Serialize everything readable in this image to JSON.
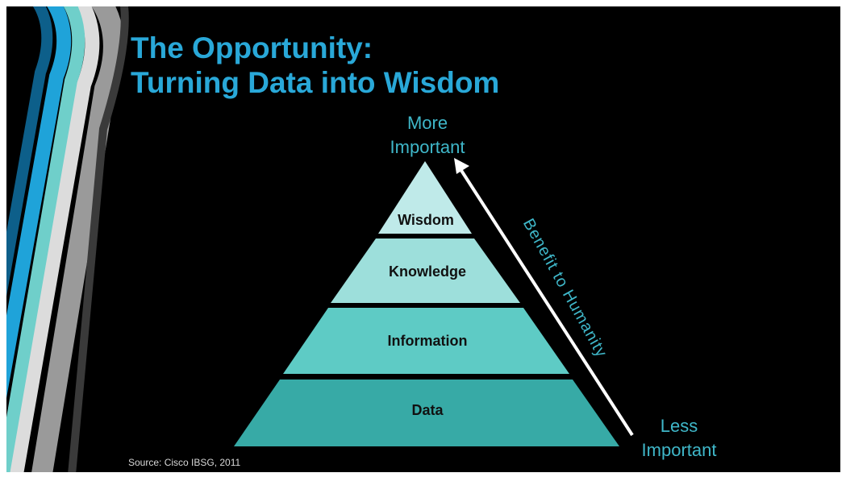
{
  "slide": {
    "title_line1": "The Opportunity:",
    "title_line2": "Turning Data into Wisdom",
    "top_label_line1": "More",
    "top_label_line2": "Important",
    "bottom_label_line1": "Less",
    "bottom_label_line2": "Important",
    "arrow_label": "Benefit to Humanity",
    "source": "Source: Cisco IBSG, 2011"
  },
  "pyramid": {
    "tiers": [
      {
        "label": "Wisdom",
        "color": "#bfeae9"
      },
      {
        "label": "Knowledge",
        "color": "#9ddfdb"
      },
      {
        "label": "Information",
        "color": "#5ecbc5"
      },
      {
        "label": "Data",
        "color": "#37aaa6"
      }
    ]
  },
  "colors": {
    "background": "#000000",
    "title": "#29a8d8",
    "accent_text": "#3fb7c9",
    "arrow": "#ffffff"
  }
}
